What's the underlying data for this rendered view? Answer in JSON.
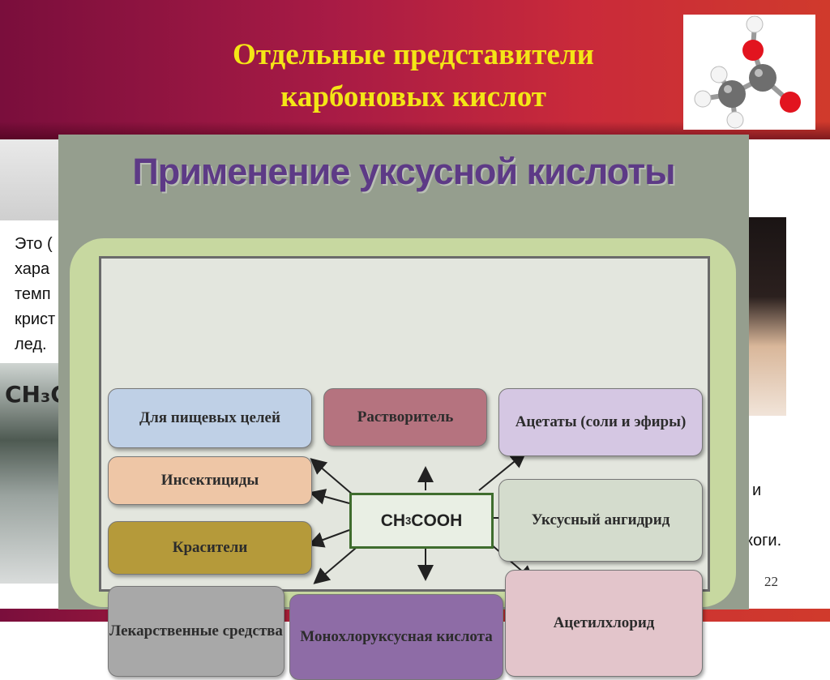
{
  "slide": {
    "title_line1": "Отдельные представители",
    "title_line2": "карбоновых кислот",
    "page_number": "22",
    "bottle_label": "CH₃C"
  },
  "background_text": {
    "l1": "Это (",
    "l2": "хара",
    "l3": "темп",
    "l4": "крист",
    "l5": "лед.",
    "r1": "и",
    "r2": "коги."
  },
  "diagram": {
    "title": "Применение уксусной кислоты",
    "center_main": "CH",
    "center_sub": "3",
    "center_tail": "COOH",
    "nodes": {
      "food": "Для пищевых целей",
      "solvent": "Растворитель",
      "acetates": "Ацетаты (соли и эфиры)",
      "insecticides": "Инсектициды",
      "anhydride": "Уксусный ангидрид",
      "dyes": "Красители",
      "medicines": "Лекарственные средства",
      "chloroacetic": "Монохлоруксусная кислота",
      "acetyl_chloride": "Ацетилхлорид"
    }
  },
  "colors": {
    "header_start": "#7a0e3c",
    "header_end": "#d03a2c",
    "title_yellow": "#f4e616",
    "diagram_title": "#5d3a86",
    "food": "#bfd0e6",
    "solvent": "#b5737f",
    "acetates": "#d5c7e3",
    "insecticides": "#eec6a6",
    "anhydride": "#d4dccd",
    "dyes": "#b59a3a",
    "medicines": "#a8a8a8",
    "chloroacetic": "#8e6ca6",
    "acetyl_chloride": "#e3c5cb"
  }
}
